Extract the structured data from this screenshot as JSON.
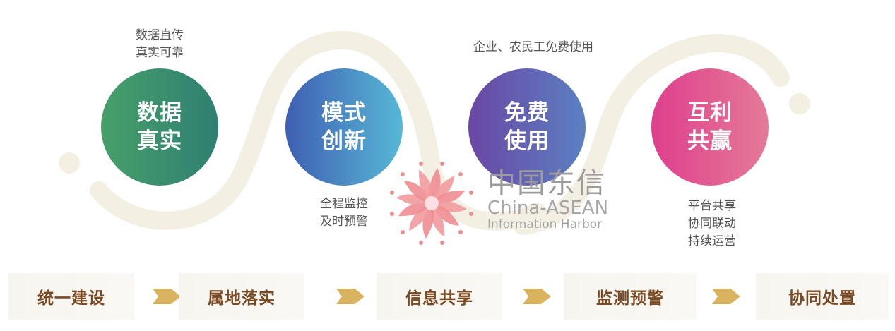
{
  "circles": [
    {
      "line1": "数据",
      "line2": "真实",
      "color_from": "#46a06a",
      "color_to": "#2f7f72"
    },
    {
      "line1": "模式",
      "line2": "创新",
      "color_from": "#3f5fb2",
      "color_to": "#57b8d6"
    },
    {
      "line1": "免费",
      "line2": "使用",
      "color_from": "#6a47a3",
      "color_to": "#5b80c2"
    },
    {
      "line1": "互利",
      "line2": "共赢",
      "color_from": "#de3f8d",
      "color_to": "#e57a98"
    }
  ],
  "notes": [
    {
      "lines": [
        "数据直传",
        "真实可靠"
      ]
    },
    {
      "lines": [
        "全程监控",
        "及时预警"
      ]
    },
    {
      "lines": [
        "企业、农民工免费使用"
      ]
    },
    {
      "lines": [
        "平台共享",
        "协同联动",
        "持续运营"
      ]
    }
  ],
  "logo": {
    "name_cn": "中国东信",
    "name_en_1": "China-ASEAN",
    "name_en_2": "Information Harbor",
    "icon": "lotus-flower-icon"
  },
  "process_steps": [
    {
      "label": "统一建设"
    },
    {
      "label": "属地落实"
    },
    {
      "label": "信息共享"
    },
    {
      "label": "监测预警"
    },
    {
      "label": "协同处置"
    }
  ],
  "colors": {
    "swirl": "#f4efe3",
    "step_text": "#7a4a24",
    "arrow": "#d9b35e",
    "note_text": "#555555"
  }
}
